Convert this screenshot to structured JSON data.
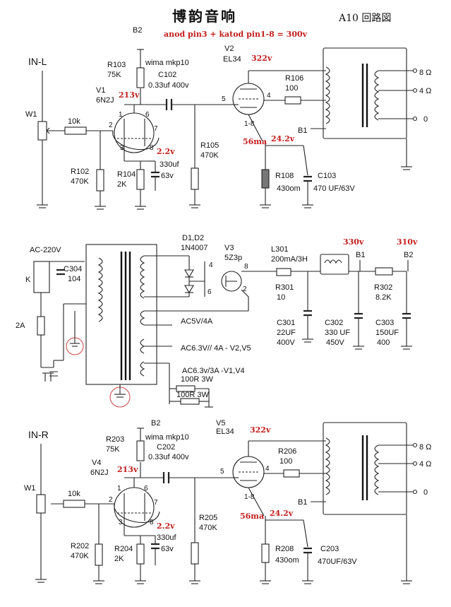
{
  "header": {
    "title_cn": "博韵音响",
    "model": "A10 回路図",
    "formula": "anod pin3 + katod pin1-8 = 300v"
  },
  "left": {
    "input": "IN-L",
    "w1": "W1",
    "r_series": "10k",
    "b2": "B2",
    "r103": "R103",
    "r103_val": "75K",
    "wima": "wima mkp10",
    "c102": "C102",
    "c102_val": "0.33uf 400v",
    "v1": "V1",
    "v1_type": "6N2J",
    "v_plate": "213v",
    "pin1": "1",
    "pin6": "6",
    "pin2": "2",
    "pin7": "7",
    "pin3": "3",
    "pin8": "8",
    "v_cath": "2.2v",
    "cath_c": "330uf",
    "cath_c_v": "63v",
    "r102": "R102",
    "r102_val": "470K",
    "r104": "R104",
    "r104_val": "2K",
    "r105": "R105",
    "r105_val": "470K",
    "v2": "V2",
    "v2_type": "EL34",
    "v_anode": "322v",
    "r106": "R106",
    "r106_val": "100",
    "pin5": "5",
    "pin4": "4",
    "pin18": "1-8",
    "current": "56ma",
    "v_k": "24.2v",
    "b1": "B1",
    "r108": "R108",
    "r108_val": "430om",
    "c103": "C103",
    "c103_val": "470 UF/63V",
    "out8": "8 Ω",
    "out4": "4 Ω",
    "out0": "0"
  },
  "psu": {
    "ac": "AC-220V",
    "k": "K",
    "c304": "C304",
    "c304_val": "104",
    "fuse": "2A",
    "d": "D1,D2",
    "d_type": "1N4007",
    "v3": "V3",
    "v3_type": "5Z3p",
    "p4": "4",
    "p8": "8",
    "p6": "6",
    "p2": "2",
    "l301": "L301",
    "l301_val": "200mA/3H",
    "r301": "R301",
    "r301_val": "10",
    "v330": "330v",
    "v310": "310v",
    "b1": "B1",
    "b2": "B2",
    "r302": "R302",
    "r302_val": "8.2K",
    "c301": "C301",
    "c301_a": "22UF",
    "c301_b": "400V",
    "c302": "C302",
    "c302_a": "330 UF",
    "c302_b": "450V",
    "c303": "C303",
    "c303_a": "150UF",
    "c303_b": "400",
    "ac5": "AC5V/4A",
    "ac63a": "AC6.3V// 4A - V2,V5",
    "ac63b": "AC6.3v/3A -V1,V4",
    "r100a": "100R 3W",
    "r100b": "100R 3W"
  },
  "right": {
    "input": "IN-R",
    "w1": "W1",
    "r_series": "10k",
    "b2": "B2",
    "r203": "R203",
    "r203_val": "75K",
    "wima": "wima mkp10",
    "c202": "C202",
    "c202_val": "0.33uf 400v",
    "v4": "V4",
    "v4_type": "6N2J",
    "v_plate": "213v",
    "pin1": "1",
    "pin6": "6",
    "pin2": "2",
    "pin7": "7",
    "pin3": "3",
    "pin8": "8",
    "v_cath": "2.2v",
    "cath_c": "330uf",
    "cath_c_v": "63v",
    "r202": "R202",
    "r202_val": "470K",
    "r204": "R204",
    "r204_val": "2K",
    "r205": "R205",
    "r205_val": "470K",
    "v5": "V5",
    "v5_type": "EL34",
    "v_anode": "322v",
    "r206": "R206",
    "r206_val": "100",
    "pin5": "5",
    "pin4": "4",
    "pin18": "1-8",
    "current": "56ma",
    "v_k": "24.2v",
    "b1": "B1",
    "r208": "R208",
    "r208_val": "430om",
    "c203": "C203",
    "c203_val": "470UF/63V",
    "out8": "8 Ω",
    "out4": "4 Ω",
    "out0": "0"
  }
}
